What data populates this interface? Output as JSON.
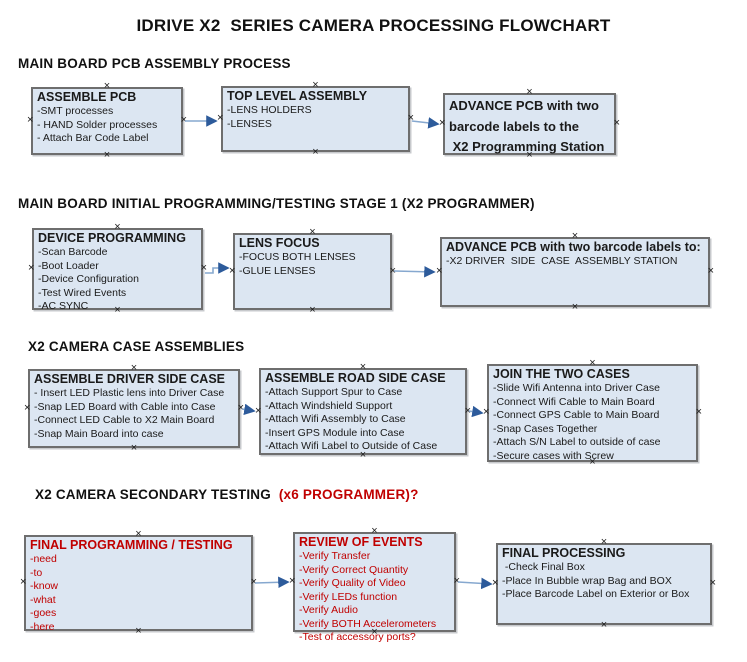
{
  "title": "IDRIVE X2  SERIES CAMERA PROCESSING FLOWCHART",
  "colors": {
    "red_text": "#c00000",
    "box_fill": "#dce6f2",
    "box_border": "#6e6e6e",
    "arrow_line": "#86a8cf",
    "arrow_head": "#2d5b9b",
    "heading_text": "#111111"
  },
  "sections": [
    {
      "heading": "MAIN BOARD PCB ASSEMBLY PROCESS",
      "boxes": [
        {
          "header": "ASSEMBLE PCB",
          "lines": [
            "-SMT processes",
            "- HAND Solder processes",
            "- Attach Bar Code Label"
          ]
        },
        {
          "header": "TOP LEVEL ASSEMBLY",
          "lines": [
            "-LENS HOLDERS",
            "-LENSES"
          ]
        },
        {
          "header": [
            "ADVANCE PCB with two",
            "barcode labels to the",
            " X2 Programming Station"
          ],
          "lines": []
        }
      ]
    },
    {
      "heading": "MAIN BOARD INITIAL PROGRAMMING/TESTING STAGE 1 (X2 PROGRAMMER)",
      "boxes": [
        {
          "header": "DEVICE PROGRAMMING",
          "lines": [
            "-Scan Barcode",
            "-Boot Loader",
            "-Device Configuration",
            "-Test Wired Events",
            "-AC SYNC"
          ]
        },
        {
          "header": "LENS FOCUS",
          "lines": [
            "-FOCUS BOTH LENSES",
            "-GLUE LENSES"
          ]
        },
        {
          "header": "ADVANCE PCB with two barcode labels to:",
          "lines": [
            "-X2 DRIVER  SIDE  CASE  ASSEMBLY STATION"
          ]
        }
      ]
    },
    {
      "heading": "X2 CAMERA CASE ASSEMBLIES",
      "boxes": [
        {
          "header": "ASSEMBLE DRIVER SIDE CASE",
          "lines": [
            "- Insert LED Plastic lens into Driver Case",
            "-Snap LED Board with Cable into Case",
            "-Connect LED Cable to X2 Main Board",
            "-Snap Main Board into case"
          ]
        },
        {
          "header": "ASSEMBLE ROAD SIDE CASE",
          "lines": [
            "-Attach Support Spur to Case",
            "-Attach Windshield Support",
            "-Attach Wifi Assembly to Case",
            "-Insert GPS Module into Case",
            "-Attach Wifi Label to Outside of Case"
          ]
        },
        {
          "header": "JOIN THE TWO CASES",
          "lines": [
            "-Slide Wifi Antenna into Driver Case",
            "-Connect Wifi Cable to Main Board",
            "-Connect GPS Cable to Main Board",
            "-Snap Cases Together",
            "-Attach S/N Label to outside of case",
            "-Secure cases with Screw"
          ]
        }
      ]
    },
    {
      "heading": "X2 CAMERA SECONDARY TESTING  ",
      "heading_suffix_red": "(x6 PROGRAMMER)?",
      "boxes": [
        {
          "header": "FINAL PROGRAMMING / TESTING",
          "lines": [
            "-need",
            "-to",
            "-know",
            "-what",
            "-goes",
            "-here"
          ]
        },
        {
          "header": "REVIEW OF EVENTS",
          "lines": [
            "-Verify Transfer",
            "-Verify Correct Quantity",
            "-Verify Quality of Video",
            "-Verify LEDs function",
            "-Verify Audio",
            "-Verify BOTH Accelerometers",
            "-Test of accessory ports?"
          ]
        },
        {
          "header": "FINAL PROCESSING",
          "lines": [
            " -Check Final Box",
            "-Place In Bubble wrap Bag and BOX",
            "-Place Barcode Label on Exterior or Box"
          ]
        }
      ]
    }
  ]
}
